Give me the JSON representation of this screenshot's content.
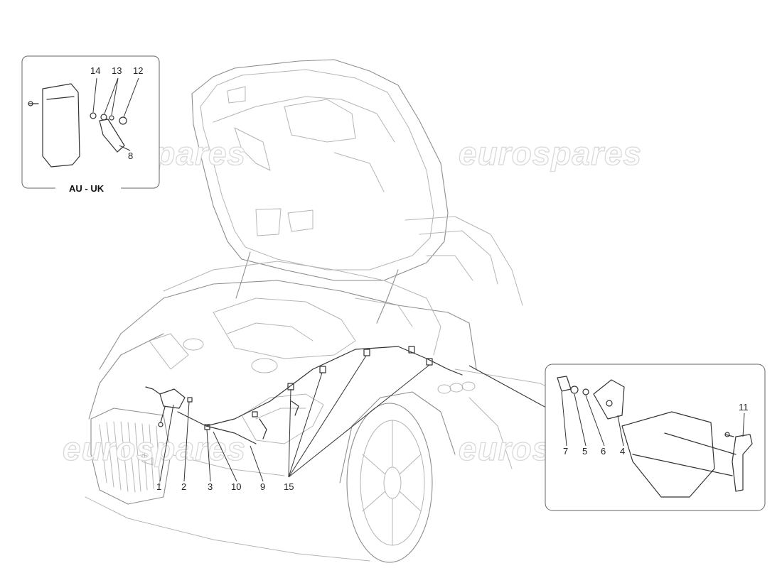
{
  "watermark": "eurospares",
  "insets": {
    "top_left_label": "AU - UK"
  },
  "callouts": {
    "c1": "1",
    "c2": "2",
    "c3": "3",
    "c4": "4",
    "c5": "5",
    "c6": "6",
    "c7": "7",
    "c8": "8",
    "c9": "9",
    "c10": "10",
    "c11": "11",
    "c12": "12",
    "c13": "13",
    "c14": "14",
    "c15": "15"
  },
  "colors": {
    "background": "#ffffff",
    "car_outline": "#b5b5b5",
    "parts": "#333333",
    "callout_text": "#222222"
  }
}
